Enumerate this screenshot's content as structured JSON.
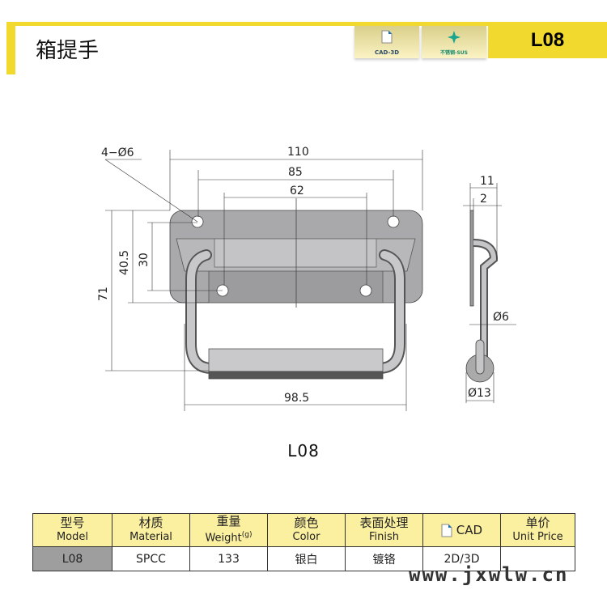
{
  "header": {
    "title": "箱提手",
    "model": "L08",
    "badges": [
      {
        "label": "CAD-3D",
        "icon": "file-icon"
      },
      {
        "label": "不锈钢-SUS",
        "icon": "sparkle-icon"
      }
    ]
  },
  "drawing": {
    "dims": {
      "holes": "4−Ø6",
      "w110": "110",
      "w85": "85",
      "w62": "62",
      "h71": "71",
      "h40": "40.5",
      "h30": "30",
      "w98": "98.5",
      "s11": "11",
      "s2": "2",
      "d6": "Ø6",
      "d13": "Ø13"
    },
    "caption": "L08"
  },
  "table": {
    "headers": [
      {
        "cn": "型号",
        "en": "Model"
      },
      {
        "cn": "材质",
        "en": "Material"
      },
      {
        "cn": "重量",
        "en": "Weight",
        "unit": "(g)"
      },
      {
        "cn": "颜色",
        "en": "Color"
      },
      {
        "cn": "表面处理",
        "en": "Finish"
      },
      {
        "cn": "CAD",
        "icon": "file-icon"
      },
      {
        "cn": "单价",
        "en": "Unit Price"
      }
    ],
    "row": [
      "L08",
      "SPCC",
      "133",
      "银白",
      "镀铬",
      "2D/3D",
      ""
    ]
  },
  "watermark": "www.jxwlw.cn",
  "colors": {
    "accent": "#f2d92e",
    "header_cell": "#fbefa0"
  }
}
